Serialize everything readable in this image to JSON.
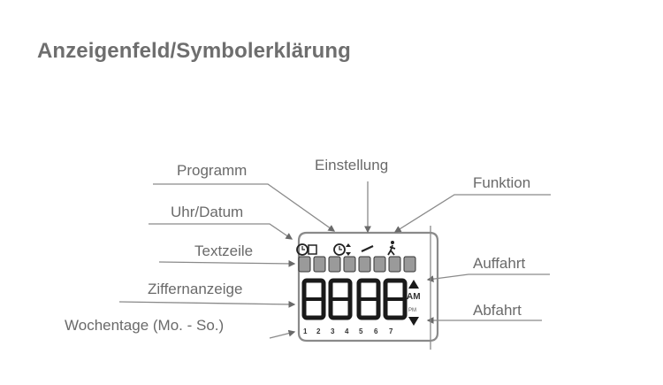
{
  "title": "Anzeigenfeld/Symbolerklärung",
  "labels": {
    "programm": "Programm",
    "uhr_datum": "Uhr/Datum",
    "textzeile": "Textzeile",
    "ziffernanzeige": "Ziffernanzeige",
    "wochentage": "Wochentage (Mo. - So.)",
    "einstellung": "Einstellung",
    "funktion": "Funktion",
    "auffahrt": "Auffahrt",
    "abfahrt": "Abfahrt"
  },
  "display": {
    "digits": "8888",
    "am_label": "AM",
    "pm_label": "PM",
    "text_cells": 8,
    "weekdays": [
      "1",
      "2",
      "3",
      "4",
      "5",
      "6",
      "7"
    ],
    "icons": [
      "clock-calendar-icon",
      "clock-updown-icon",
      "wrench-icon",
      "running-man-icon",
      "up-arrow-icon",
      "down-arrow-icon"
    ]
  },
  "colors": {
    "text": "#6a6a6a",
    "lines": "#8a8a8a",
    "lcd_segments": "#1a1a1a"
  }
}
